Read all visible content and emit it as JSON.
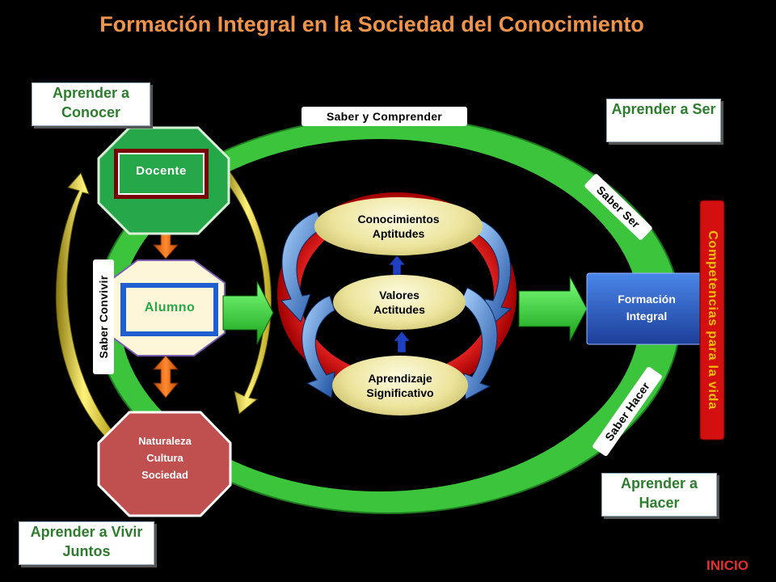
{
  "title": "Formación Integral en la Sociedad del Conocimiento",
  "pillars": {
    "conocer": "Aprender a Conocer",
    "ser": "Aprender a Ser",
    "hacer": "Aprender a Hacer",
    "convivir": "Aprender a Vivir Juntos"
  },
  "ring_labels": {
    "top": "Saber y Comprender",
    "ser": "Saber Ser",
    "hacer": "Saber Hacer",
    "convivir": "Saber Convivir"
  },
  "nodes": {
    "docente": "Docente",
    "alumno": "Alumno",
    "naturaleza": [
      "Naturaleza",
      "Cultura",
      "Sociedad"
    ]
  },
  "center": {
    "top": [
      "Conocimientos",
      "Aptitudes"
    ],
    "middle": [
      "Valores",
      "Actitudes"
    ],
    "bottom": [
      "Aprendizaje",
      "Significativo"
    ]
  },
  "result": [
    "Formación",
    "Integral"
  ],
  "competencias": "Competencias para la vida",
  "inicio": "INICIO",
  "colors": {
    "ring": "#3cc43c",
    "title": "#f0944a",
    "red_ring": "#e01010",
    "result": "#2f5fc6",
    "naturaleza": "#c05050",
    "docente": "#26a84a"
  }
}
